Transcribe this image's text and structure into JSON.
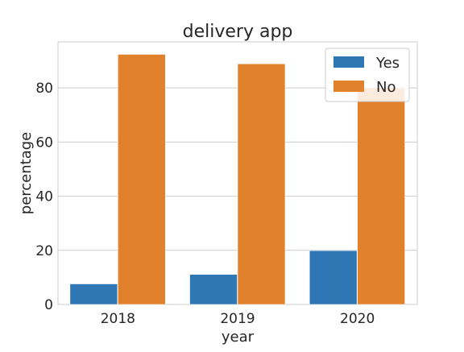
{
  "chart_data": {
    "type": "bar",
    "title": "delivery app",
    "xlabel": "year",
    "ylabel": "percentage",
    "categories": [
      "2018",
      "2019",
      "2020"
    ],
    "series": [
      {
        "name": "Yes",
        "values": [
          7.6,
          11.1,
          19.9
        ],
        "color": "#2f77b4"
      },
      {
        "name": "No",
        "values": [
          92.4,
          88.9,
          80.1
        ],
        "color": "#e1812b"
      }
    ],
    "ylim": [
      0,
      97
    ],
    "yticks": [
      0,
      20,
      40,
      60,
      80
    ],
    "grid": true,
    "legend_position": "top-right"
  }
}
